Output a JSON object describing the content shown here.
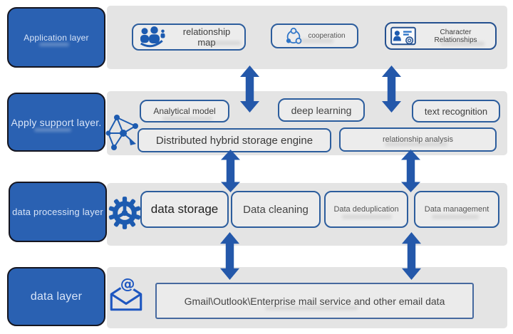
{
  "colors": {
    "layer_box_blue": "#2A61B2",
    "arrow_blue": "#2458AA",
    "band_gray": "#E4E4E4",
    "box_border_blue": "#2C5D9D",
    "icon_blue": "#1D5BB0"
  },
  "layers": [
    {
      "label": "Application layer",
      "items": [
        {
          "icon": "people-group-icon",
          "label": "relationship map"
        },
        {
          "icon": "share-network-icon",
          "label": "cooperation"
        },
        {
          "icon": "id-card-icon",
          "label": "Character Relationships"
        }
      ]
    },
    {
      "label": "Apply support layer.",
      "icon": "graph-network-icon",
      "row1": [
        {
          "label": "Analytical model"
        },
        {
          "label": "deep learning"
        },
        {
          "label": "text recognition"
        }
      ],
      "row2": [
        {
          "label": "Distributed hybrid storage engine"
        },
        {
          "label": "relationship analysis"
        }
      ]
    },
    {
      "label": "data processing layer",
      "icon": "gear-icon",
      "items": [
        {
          "label": "data storage"
        },
        {
          "label": "Data cleaning"
        },
        {
          "label": "Data deduplication"
        },
        {
          "label": "Data management"
        }
      ]
    },
    {
      "label": "data layer",
      "icon": "email-at-icon",
      "items": [
        {
          "label": "Gmail\\Outlook\\Enterprise mail service and other email data"
        }
      ]
    }
  ]
}
